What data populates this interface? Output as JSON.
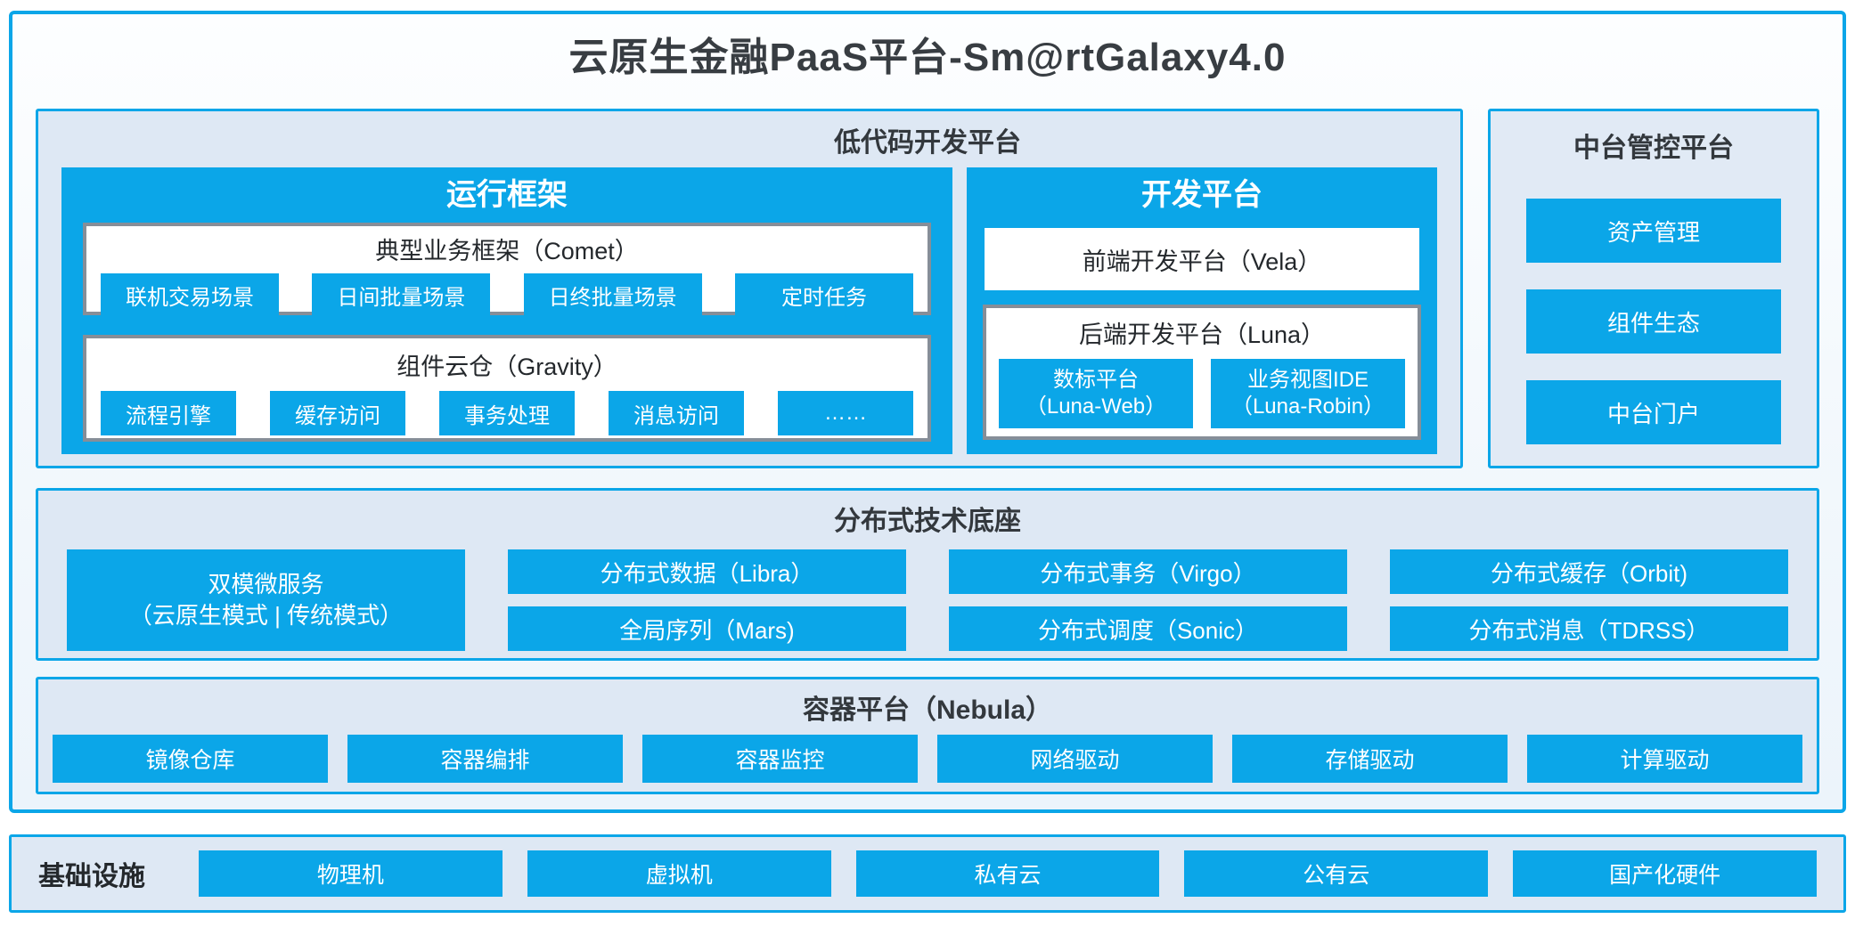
{
  "title": "云原生金融PaaS平台-Sm@rtGalaxy4.0",
  "colors": {
    "brand_blue": "#0ba6e8",
    "panel_bg": "#dee8f4",
    "box_border_gray": "#868e98",
    "dark_text": "#33383d"
  },
  "low_code_platform": {
    "title": "低代码开发平台",
    "runtime_framework": {
      "title": "运行框架",
      "comet": {
        "title": "典型业务框架（Comet）",
        "items": [
          "联机交易场景",
          "日间批量场景",
          "日终批量场景",
          "定时任务"
        ]
      },
      "gravity": {
        "title": "组件云仓（Gravity）",
        "items": [
          "流程引擎",
          "缓存访问",
          "事务处理",
          "消息访问",
          "……"
        ]
      }
    },
    "dev_platform": {
      "title": "开发平台",
      "vela": {
        "title": "前端开发平台（Vela）"
      },
      "luna": {
        "title": "后端开发平台（Luna）",
        "items": [
          {
            "name": "数标平台",
            "sub": "（Luna-Web）"
          },
          {
            "name": "业务视图IDE",
            "sub": "（Luna-Robin）"
          }
        ]
      }
    }
  },
  "mid_platform": {
    "title": "中台管控平台",
    "items": [
      "资产管理",
      "组件生态",
      "中台门户"
    ]
  },
  "distributed_base": {
    "title": "分布式技术底座",
    "dual_mode": {
      "line1": "双模微服务",
      "line2": "（云原生模式 | 传统模式）"
    },
    "columns": [
      {
        "top": "分布式数据（Libra）",
        "bottom": "全局序列（Mars)"
      },
      {
        "top": "分布式事务（Virgo）",
        "bottom": "分布式调度（Sonic）"
      },
      {
        "top": "分布式缓存（Orbit)",
        "bottom": "分布式消息（TDRSS）"
      }
    ]
  },
  "container_platform": {
    "title": "容器平台（Nebula）",
    "items": [
      "镜像仓库",
      "容器编排",
      "容器监控",
      "网络驱动",
      "存储驱动",
      "计算驱动"
    ]
  },
  "infrastructure": {
    "title": "基础设施",
    "items": [
      "物理机",
      "虚拟机",
      "私有云",
      "公有云",
      "国产化硬件"
    ]
  }
}
